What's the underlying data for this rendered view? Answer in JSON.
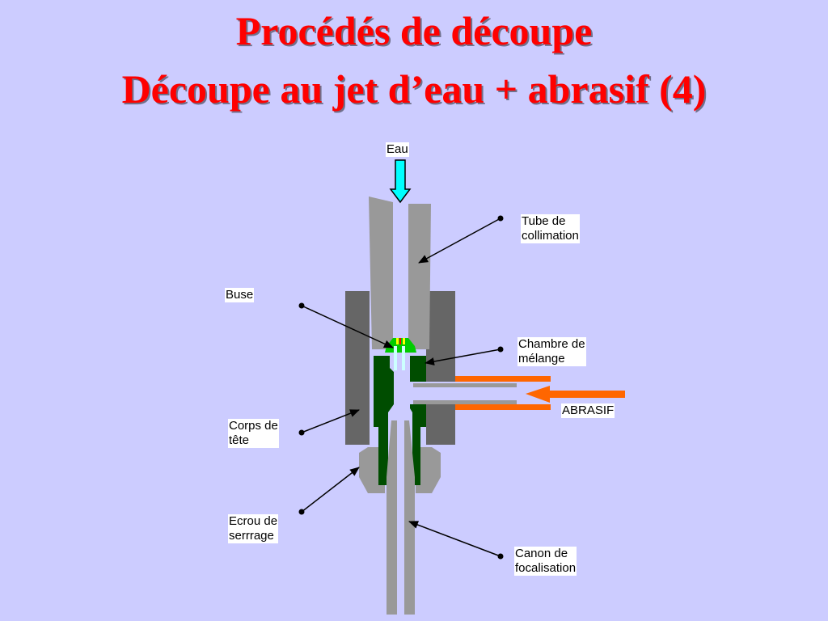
{
  "slide": {
    "title_line1": "Procédés de découpe",
    "title_line2": "Découpe au jet d’eau + abrasif (4)"
  },
  "labels": {
    "water": "Eau",
    "collimation_tube": [
      "Tube de",
      "collimation"
    ],
    "nozzle": "Buse",
    "mixing_chamber": [
      "Chambre de",
      "mélange"
    ],
    "abrasive": "ABRASIF",
    "head_body": [
      "Corps de",
      "tête"
    ],
    "clamping_nut": [
      "Ecrou de",
      "serrrage"
    ],
    "focusing_tube": [
      "Canon de",
      "focalisation"
    ]
  },
  "colors": {
    "background": "#ccccff",
    "title": "#ff0000",
    "light_gray": "#999999",
    "dark_gray": "#666666",
    "dark_green": "#004d00",
    "bright_green": "#00cc00",
    "water_arrow": "#00ffff",
    "abrasive_orange": "#ff6600"
  }
}
